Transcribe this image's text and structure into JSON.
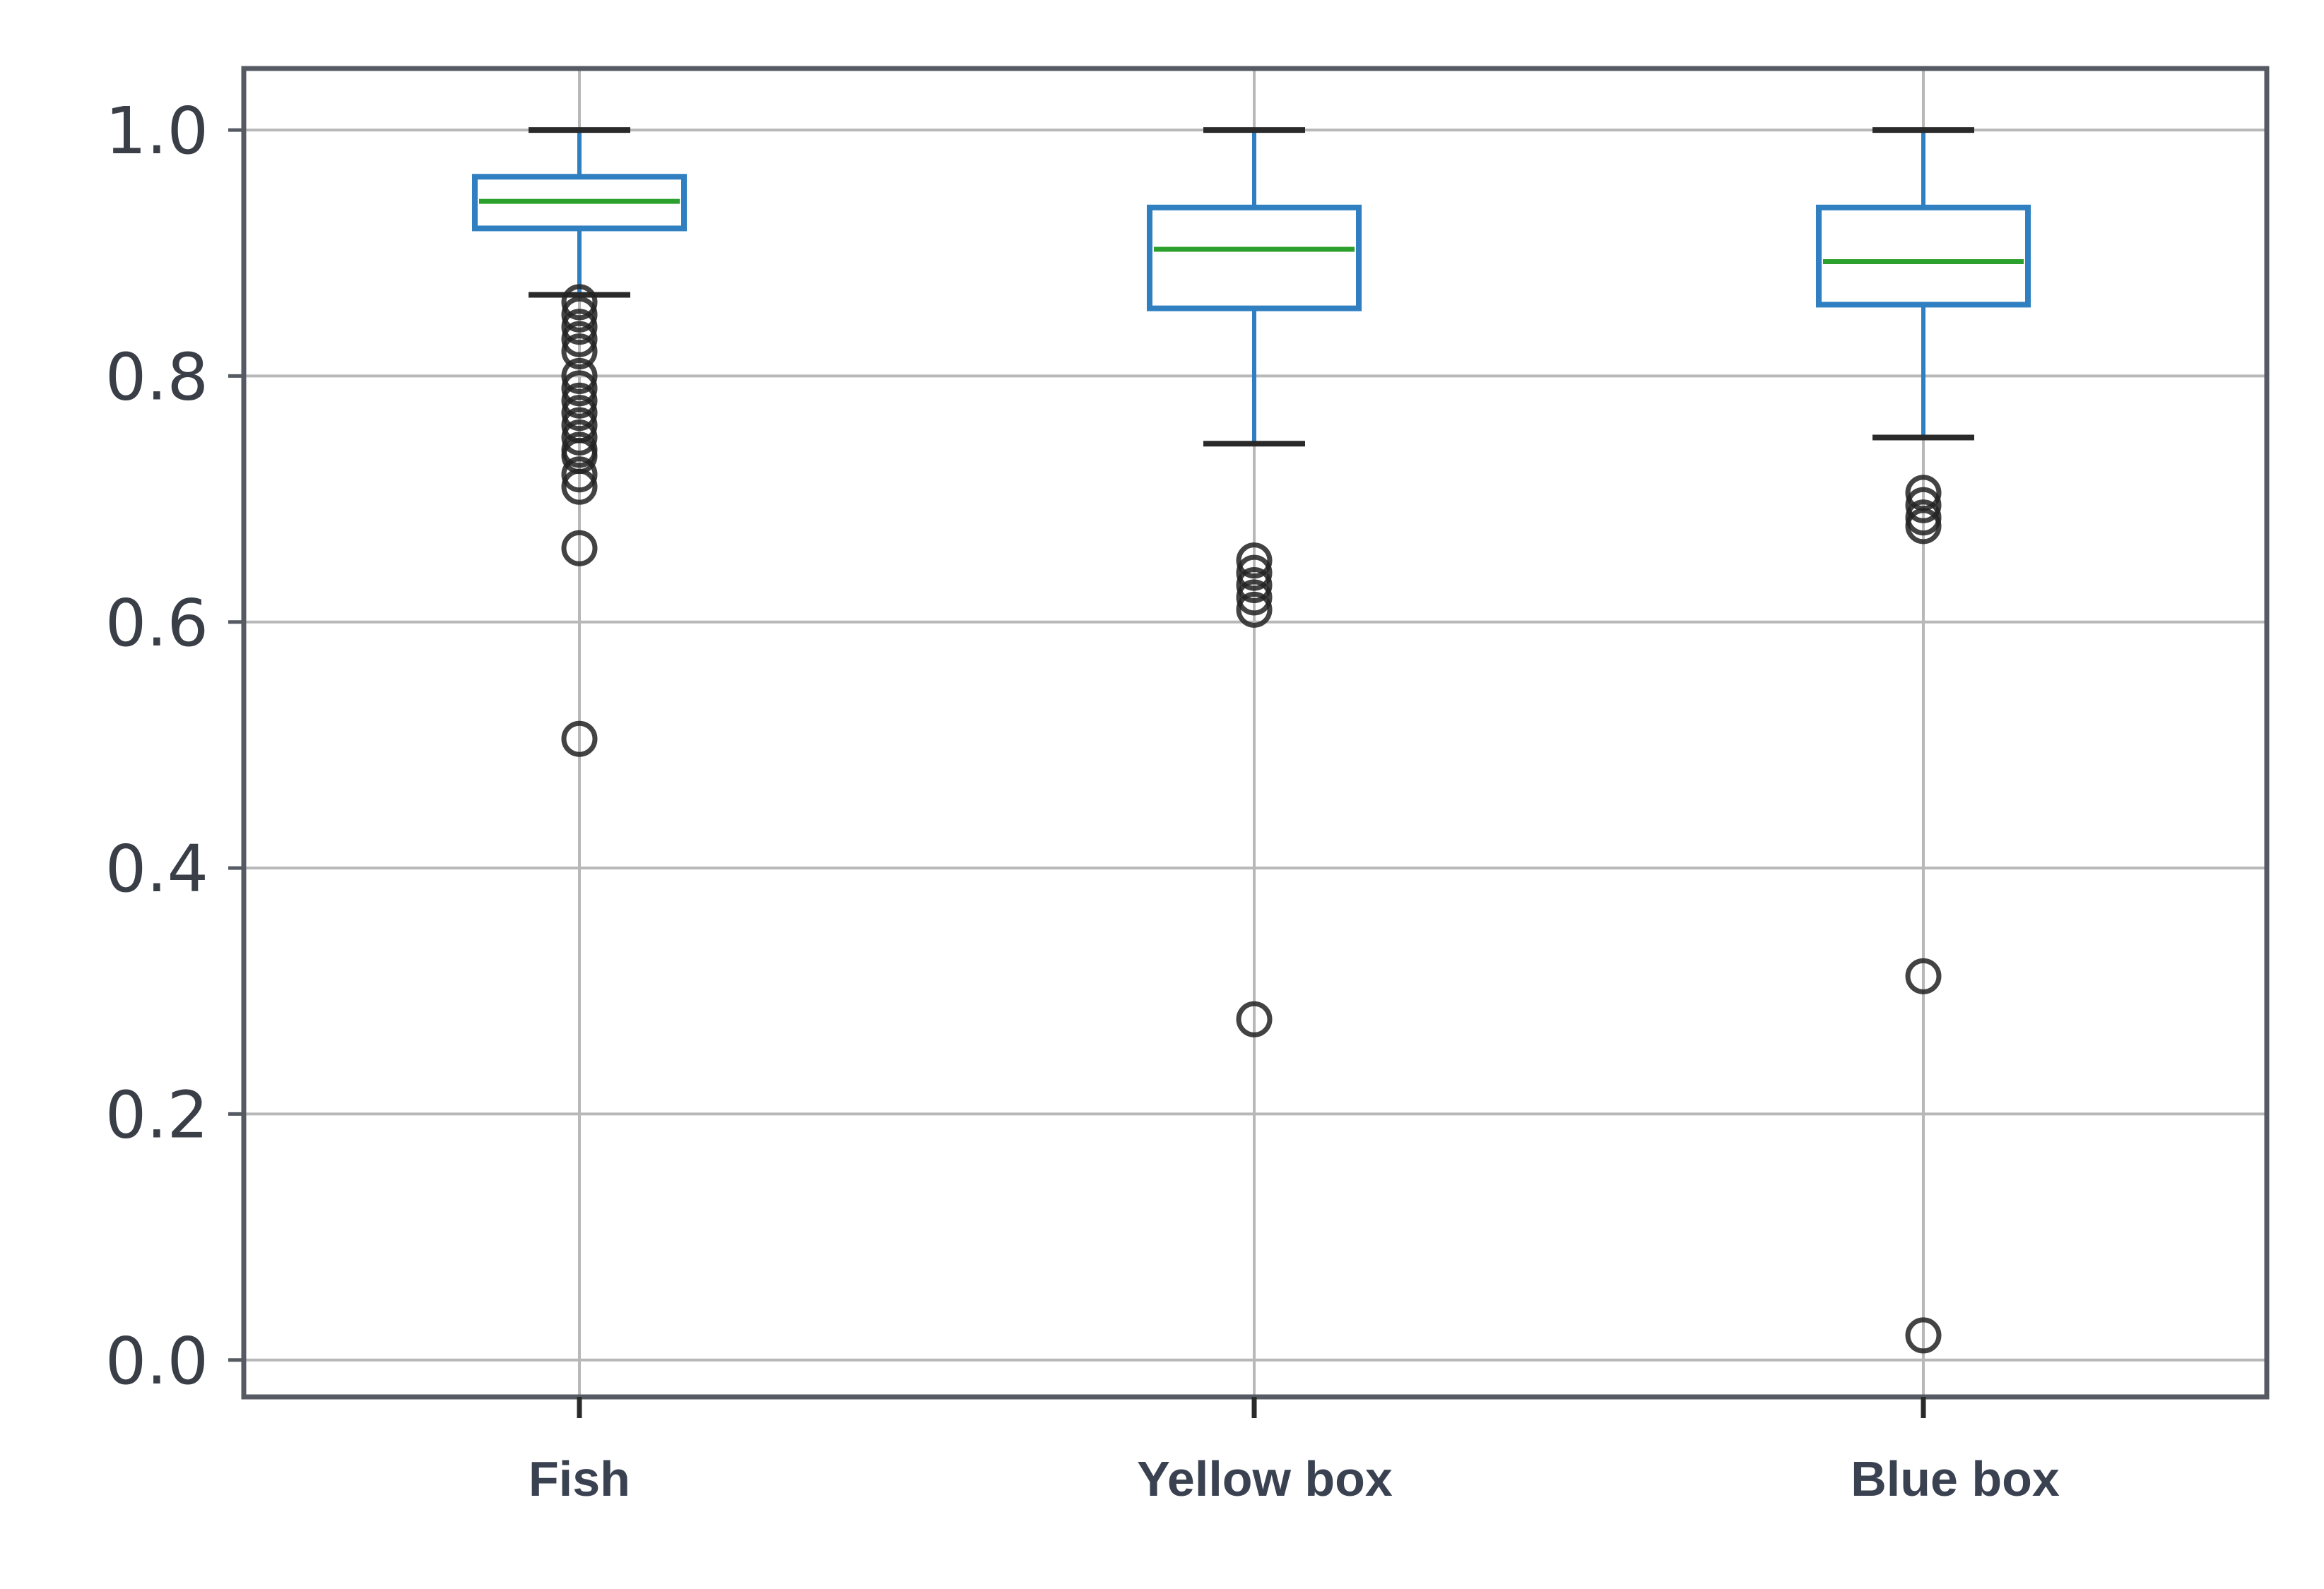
{
  "chart_data": {
    "type": "box",
    "title": "",
    "xlabel": "",
    "ylabel": "",
    "categories": [
      "Fish",
      "Yellow box",
      "Blue box"
    ],
    "ylim": [
      -0.03,
      1.05
    ],
    "yticks": [
      0.0,
      0.2,
      0.4,
      0.6,
      0.8,
      1.0
    ],
    "ytick_labels": [
      "0.0",
      "0.2",
      "0.4",
      "0.6",
      "0.8",
      "1.0"
    ],
    "grid": true,
    "legend": "none",
    "boxes": [
      {
        "name": "Fish",
        "whisker_low": 0.866,
        "q1": 0.92,
        "median": 0.942,
        "q3": 0.962,
        "whisker_high": 1.0,
        "outliers": [
          0.86,
          0.85,
          0.84,
          0.83,
          0.82,
          0.8,
          0.79,
          0.78,
          0.77,
          0.76,
          0.75,
          0.74,
          0.735,
          0.72,
          0.71,
          0.66,
          0.505
        ]
      },
      {
        "name": "Yellow box",
        "whisker_low": 0.745,
        "q1": 0.855,
        "median": 0.903,
        "q3": 0.937,
        "whisker_high": 1.0,
        "outliers": [
          0.65,
          0.64,
          0.63,
          0.62,
          0.61,
          0.277
        ]
      },
      {
        "name": "Blue box",
        "whisker_low": 0.75,
        "q1": 0.858,
        "median": 0.893,
        "q3": 0.937,
        "whisker_high": 1.0,
        "outliers": [
          0.705,
          0.695,
          0.685,
          0.678,
          0.312,
          0.02
        ]
      }
    ],
    "colors": {
      "box": "#2f7fc1",
      "median": "#2ca02c",
      "whisker_cap": "#2a2a2a",
      "outlier": "#222222",
      "grid": "#b8b8b8",
      "frame": "#555a63"
    }
  }
}
